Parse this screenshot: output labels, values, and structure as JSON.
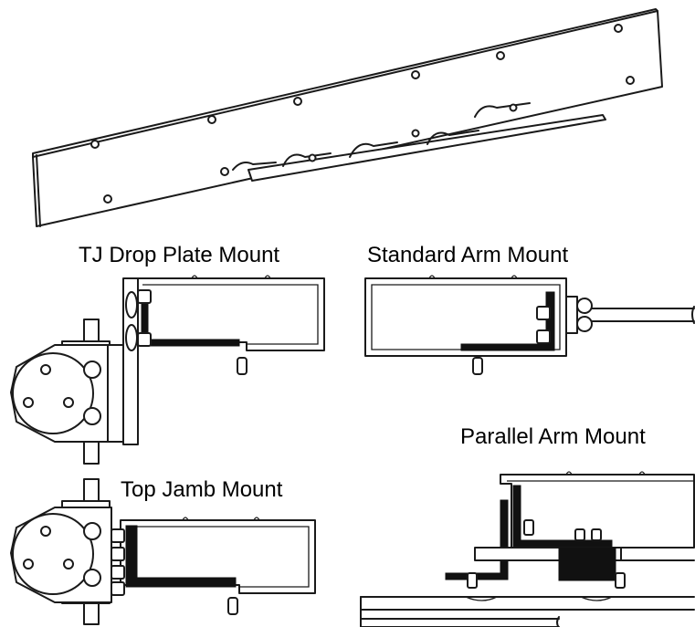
{
  "labels": {
    "tj_drop_plate_mount": "TJ Drop Plate Mount",
    "standard_arm_mount": "Standard Arm Mount",
    "parallel_arm_mount": "Parallel Arm Mount",
    "top_jamb_mount": "Top Jamb Mount"
  },
  "colors": {
    "line": "#1a1a1a",
    "fill": "#111111",
    "background": "#ffffff"
  }
}
